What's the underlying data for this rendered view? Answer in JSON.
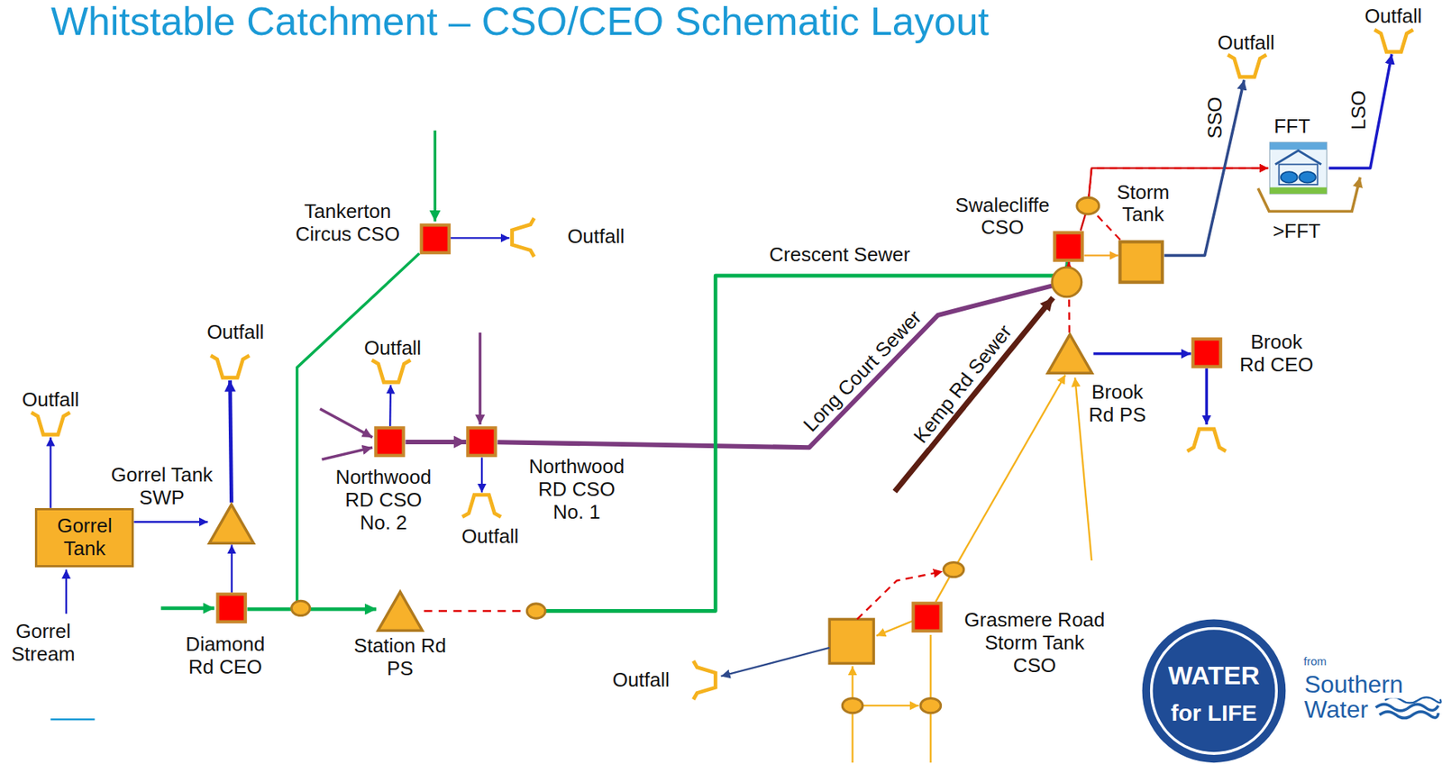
{
  "diagram": {
    "title": "Whitstable Catchment – CSO/CEO Schematic Layout",
    "nodes": [
      {
        "text": [
          "Gorrel Tank"
        ]
      },
      {
        "text": [
          "Outfall"
        ]
      },
      {
        "text": [
          "Gorrel Tank SWP"
        ]
      },
      {
        "text": [
          "Outfall"
        ]
      },
      {
        "text": [
          "Diamond Rd CEO"
        ]
      },
      {
        "text": [
          "Tankerton Circus CSO"
        ]
      },
      {
        "text": [
          "Outfall"
        ]
      },
      {
        "text": [
          "Station Rd PS"
        ]
      },
      {
        "text": [
          "Northwood RD CSO No. 2"
        ]
      },
      {
        "text": [
          "Outfall"
        ]
      },
      {
        "text": [
          "Northwood RD CSO No. 1"
        ]
      },
      {
        "text": [
          "Outfall"
        ]
      },
      {
        "text": [
          "Swalecliffe CSO"
        ]
      },
      {
        "text": [
          "Storm Tank"
        ]
      },
      {
        "text": [
          "Outfall"
        ]
      },
      {
        "text": [
          "FFT"
        ]
      },
      {
        "text": [
          "Outfall"
        ]
      },
      {
        "text": [
          "Brook Rd PS"
        ]
      },
      {
        "text": [
          "Brook Rd CEO"
        ]
      },
      {
        "text": [
          "Grasmere Road Storm Tank CSO"
        ]
      },
      {
        "text": [
          "Outfall"
        ]
      }
    ],
    "edges": [
      {
        "from": 0,
        "to": 1,
        "arrow": "to"
      },
      {
        "from": 0,
        "to": 2,
        "arrow": "to"
      },
      {
        "from": 2,
        "to": 3,
        "arrow": "to"
      },
      {
        "from": 4,
        "to": 2,
        "arrow": "to"
      },
      {
        "from": 4,
        "to": 7,
        "arrow": "to"
      },
      {
        "from": 5,
        "to": 7,
        "arrow": "to"
      },
      {
        "from": 5,
        "to": 6,
        "arrow": "to"
      },
      {
        "from": 8,
        "to": 9,
        "arrow": "to"
      },
      {
        "from": 8,
        "to": 10,
        "arrow": "to"
      },
      {
        "from": 10,
        "to": 11,
        "arrow": "to"
      },
      {
        "from": 10,
        "to": 12,
        "arrow": "to",
        "label": "Long Court Sewer"
      },
      {
        "from": 7,
        "to": 12,
        "arrow": "to",
        "label": "Crescent Sewer"
      },
      {
        "from": 12,
        "to": 13,
        "arrow": "to"
      },
      {
        "from": 12,
        "to": 15,
        "arrow": "to"
      },
      {
        "from": 13,
        "to": 15,
        "arrow": "to"
      },
      {
        "from": 13,
        "to": 14,
        "arrow": "to",
        "label": "SSO"
      },
      {
        "from": 15,
        "to": 16,
        "arrow": "to",
        "label": "LSO"
      },
      {
        "from": 17,
        "to": 12,
        "arrow": "to"
      },
      {
        "from": 17,
        "to": 18,
        "arrow": "to"
      },
      {
        "from": 19,
        "to": 17,
        "arrow": "to"
      }
    ],
    "labels": [
      "Gorrel Stream",
      "Kemp Rd Sewer",
      ">FFT",
      "WATER",
      "for LIFE",
      "from",
      "Southern",
      "Water"
    ]
  }
}
